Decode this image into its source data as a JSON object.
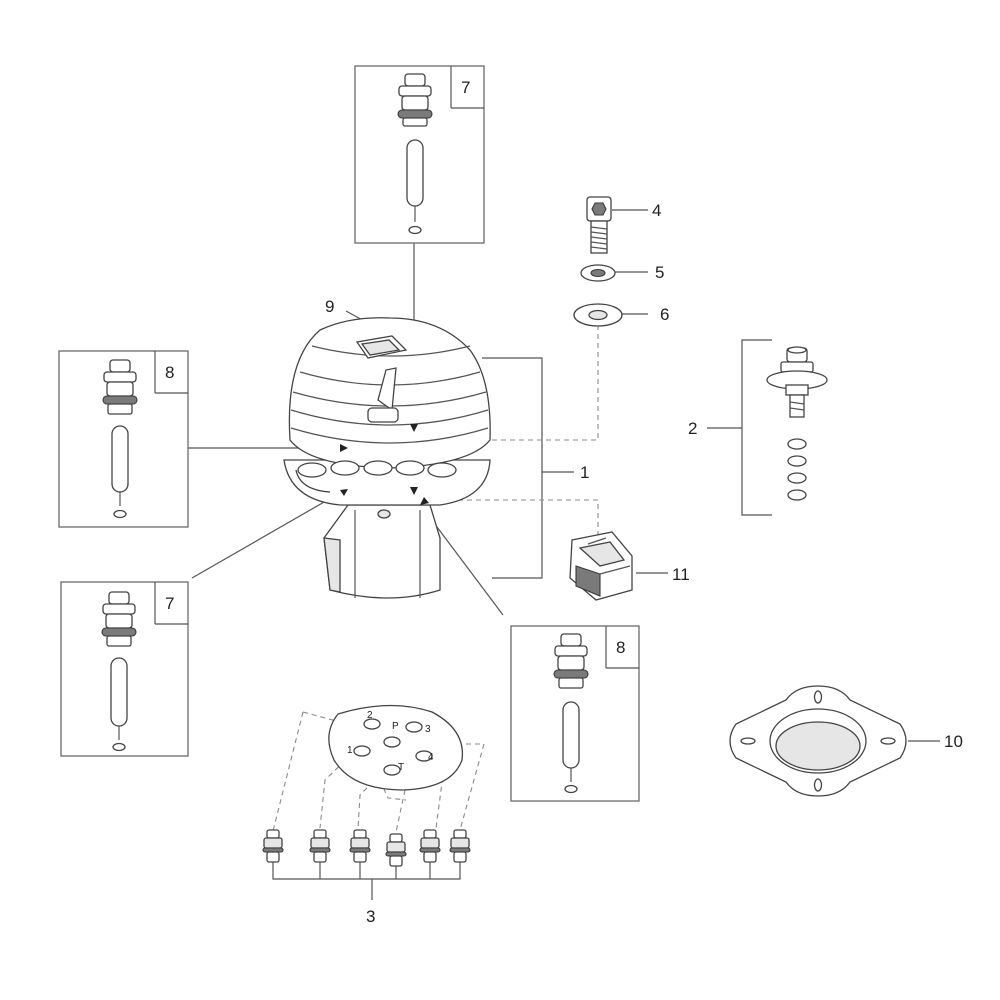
{
  "callouts": {
    "c1": "1",
    "c2": "2",
    "c3": "3",
    "c4": "4",
    "c5": "5",
    "c6": "6",
    "c9": "9",
    "c10": "10",
    "c11": "11"
  },
  "boxes": {
    "top": "7",
    "left_upper": "8",
    "left_lower": "7",
    "right_lower": "8"
  },
  "ports": {
    "p2": "2",
    "pP": "P",
    "p3": "3",
    "p1": "1",
    "p4": "4",
    "pT": "T"
  },
  "colors": {
    "line": "#555555",
    "part_fill": "#ffffff",
    "shade": "#e6e6e6"
  }
}
